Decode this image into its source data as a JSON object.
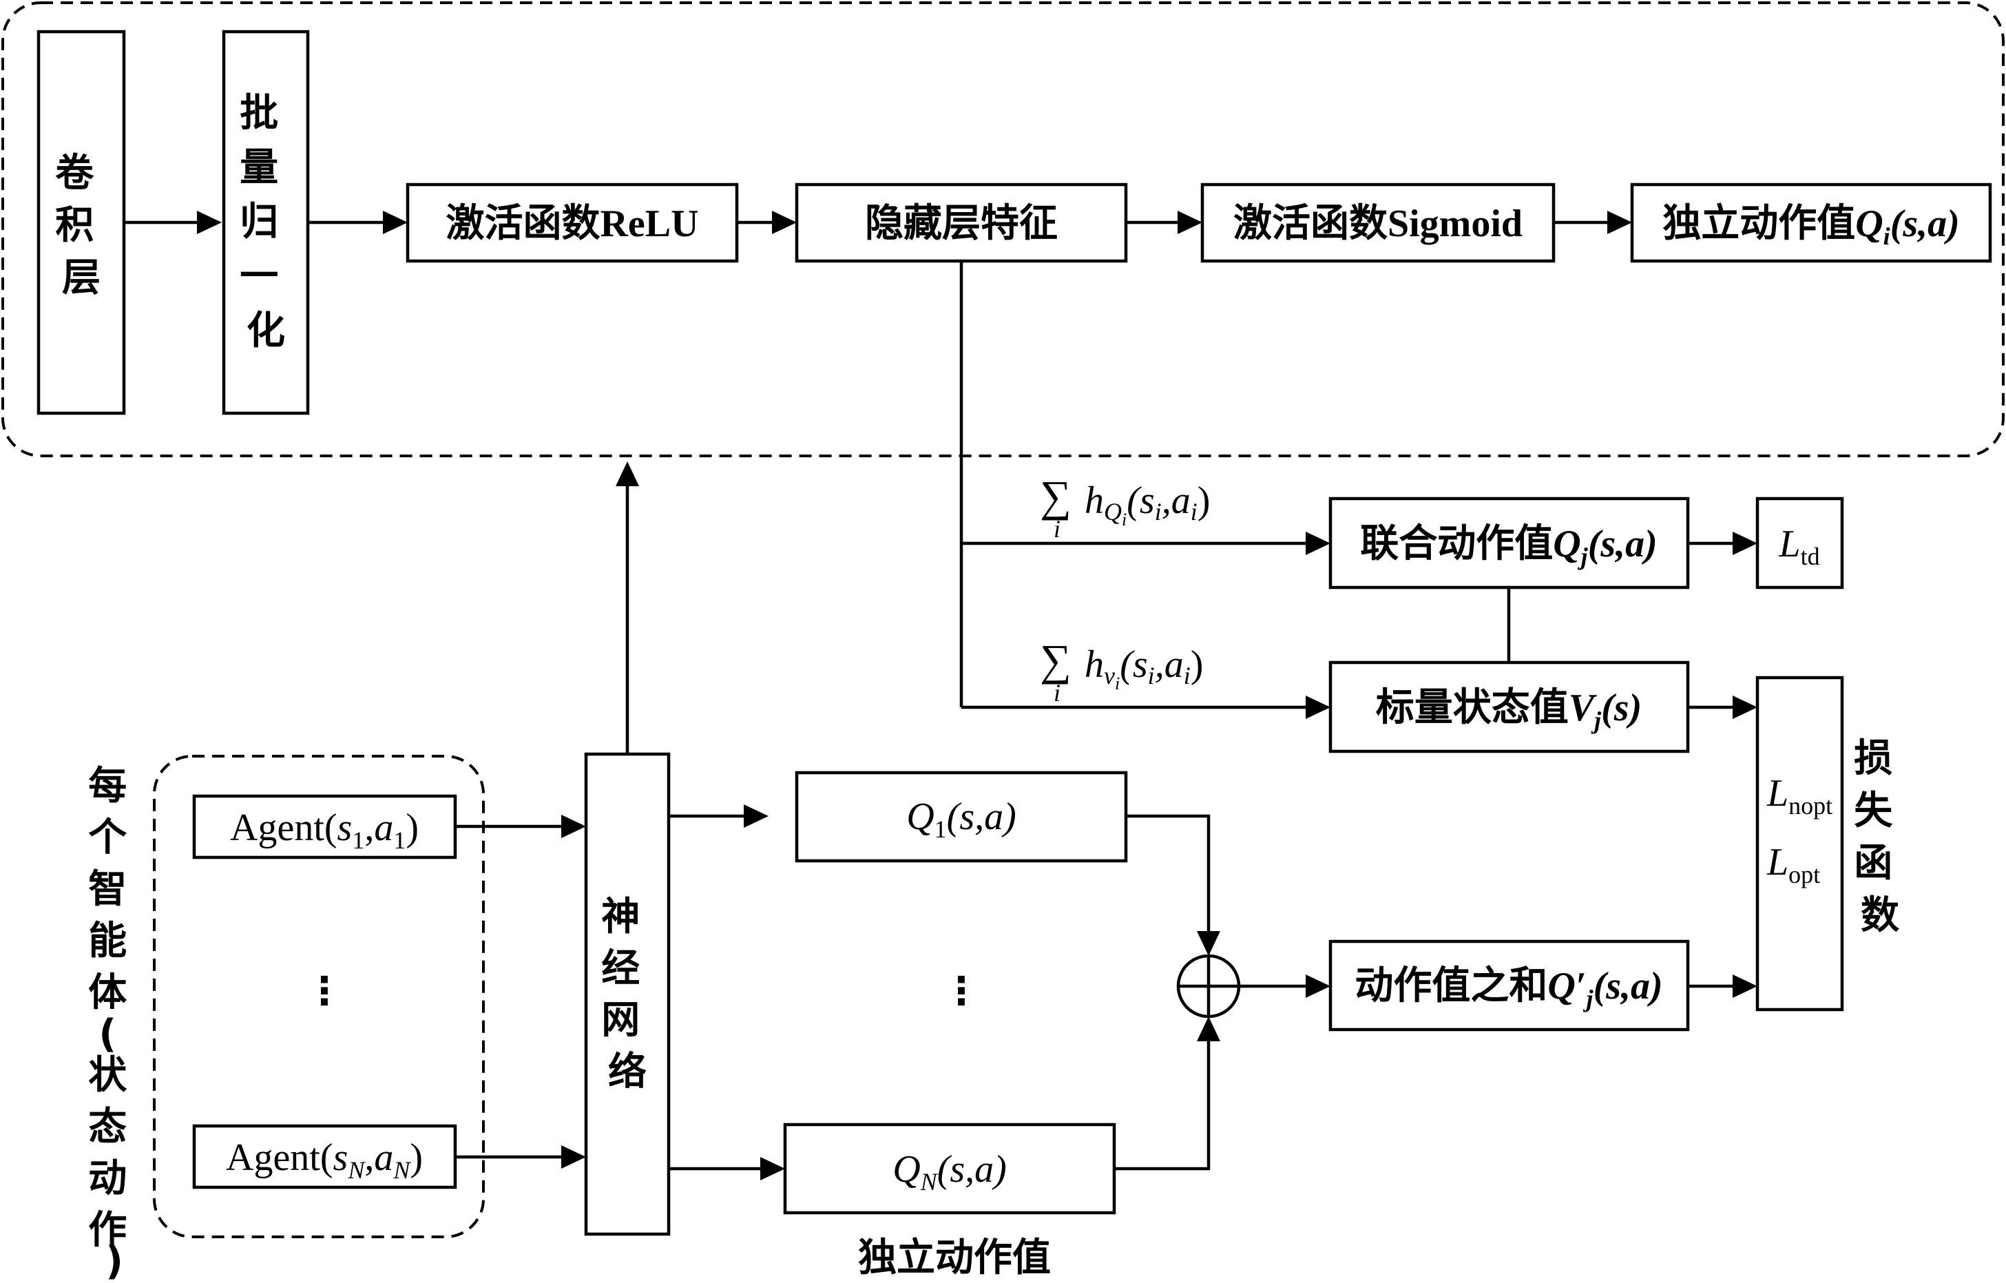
{
  "top_panel": {
    "conv_layer": [
      "卷",
      "积",
      "层"
    ],
    "batch_norm": [
      "批",
      "量",
      "归",
      "一",
      "化"
    ],
    "relu": {
      "cn": "激活函数",
      "en": "ReLU"
    },
    "hidden": "隐藏层特征",
    "sigmoid": {
      "cn": "激活函数",
      "en": "Sigmoid"
    },
    "indep_q": {
      "cn": "独立动作值",
      "var": "Q",
      "sub": "i",
      "args": "(s,a)"
    }
  },
  "agents": {
    "label_vertical": [
      "每",
      "个",
      "智",
      "能",
      "体",
      "(",
      "状",
      "态",
      "动",
      "作",
      ")"
    ],
    "agent_1": {
      "name": "Agent",
      "s": "s",
      "s_sub": "1",
      "a": "a",
      "a_sub": "1"
    },
    "agent_n": {
      "name": "Agent",
      "s": "s",
      "s_sub": "N",
      "a": "a",
      "a_sub": "N"
    },
    "dots": "⋮"
  },
  "network": [
    "神",
    "经",
    "网",
    "络"
  ],
  "q_values": {
    "q1": {
      "var": "Q",
      "sub": "1",
      "args": "(s,a)"
    },
    "qn": {
      "var": "Q",
      "sub": "N",
      "args": "(s,a)"
    },
    "dots": "⋮",
    "caption": "独立动作值"
  },
  "sums": {
    "sum_q": {
      "sigma": "∑",
      "index": "i",
      "h": "h",
      "h_sub": "Q",
      "h_subsub": "i",
      "args": "(s",
      "si": "i",
      "comma": ",a",
      "ai": "i",
      "close": ")"
    },
    "sum_v": {
      "sigma": "∑",
      "index": "i",
      "h": "h",
      "h_sub": "v",
      "h_subsub": "i",
      "args": "(s",
      "si": "i",
      "comma": ",a",
      "ai": "i",
      "close": ")"
    }
  },
  "joint_q": {
    "cn": "联合动作值",
    "var": "Q",
    "sub": "j",
    "args": "(s,a)"
  },
  "l_td": {
    "var": "L",
    "sub": "td"
  },
  "scalar_v": {
    "cn": "标量状态值",
    "var": "V",
    "sub": "j",
    "args": "(s)"
  },
  "sum_q_prime": {
    "cn": "动作值之和",
    "var": "Q′",
    "sub": "j",
    "args": "(s,a)"
  },
  "loss_box": {
    "l_nopt": {
      "var": "L",
      "sub": "nopt"
    },
    "l_opt": {
      "var": "L",
      "sub": "opt"
    }
  },
  "loss_label": [
    "损",
    "失",
    "函",
    "数"
  ]
}
